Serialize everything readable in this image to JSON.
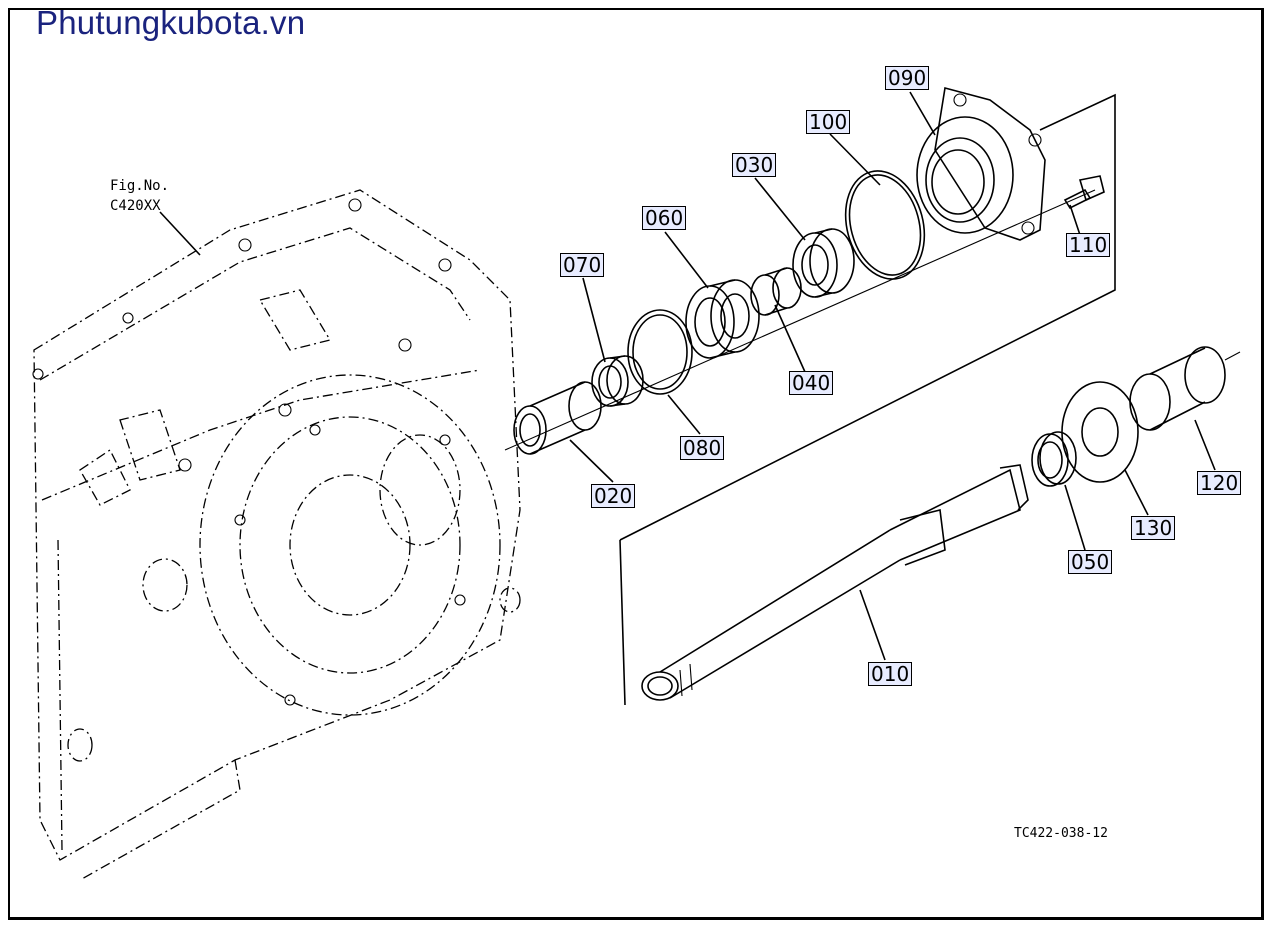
{
  "watermark": "Phutungkubota.vn",
  "figure": {
    "label": "Fig.No.",
    "code": "C420XX"
  },
  "drawing_code": "TC422-038-12",
  "callouts": [
    "090",
    "100",
    "030",
    "060",
    "070",
    "110",
    "040",
    "080",
    "020",
    "120",
    "130",
    "050",
    "010"
  ],
  "colors": {
    "callout_fill": "#e8ecff",
    "watermark": "#1a237e",
    "line": "#000000"
  }
}
